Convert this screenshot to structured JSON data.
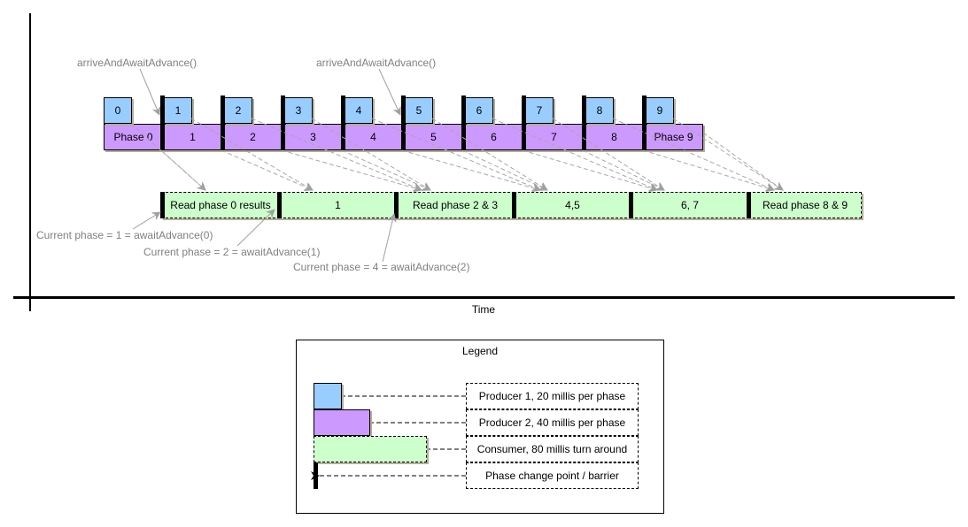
{
  "axis": {
    "x_label": "Time"
  },
  "producer1": {
    "color": "#99CCFF",
    "boxes": [
      "0",
      "1",
      "2",
      "3",
      "4",
      "5",
      "6",
      "7",
      "8",
      "9"
    ]
  },
  "producer2": {
    "color": "#CC99FF",
    "segments": [
      "Phase 0",
      "1",
      "2",
      "3",
      "4",
      "5",
      "6",
      "7",
      "8",
      "Phase 9"
    ]
  },
  "consumer": {
    "color": "#CCFFCC",
    "segments": [
      "Read phase 0 results",
      "1",
      "Read phase 2 & 3",
      "4,5",
      "6, 7",
      "Read phase 8 & 9"
    ]
  },
  "annotations": {
    "arrive1": "arriveAndAwaitAdvance()",
    "arrive2": "arriveAndAwaitAdvance()",
    "await0": "Current phase = 1 = awaitAdvance(0)",
    "await1": "Current phase = 2 = awaitAdvance(1)",
    "await2": "Current phase = 4 = awaitAdvance(2)"
  },
  "legend": {
    "title": "Legend",
    "items": [
      {
        "label": "Producer 1, 20 millis per phase",
        "color": "#99CCFF"
      },
      {
        "label": "Producer 2, 40 millis per phase",
        "color": "#CC99FF"
      },
      {
        "label": "Consumer, 80 millis turn around",
        "color": "#CCFFCC"
      },
      {
        "label": "Phase change point / barrier",
        "color": "#000000"
      }
    ]
  },
  "colors": {
    "annotation_gray": "#808080",
    "shadow": "#b5ad9a"
  }
}
